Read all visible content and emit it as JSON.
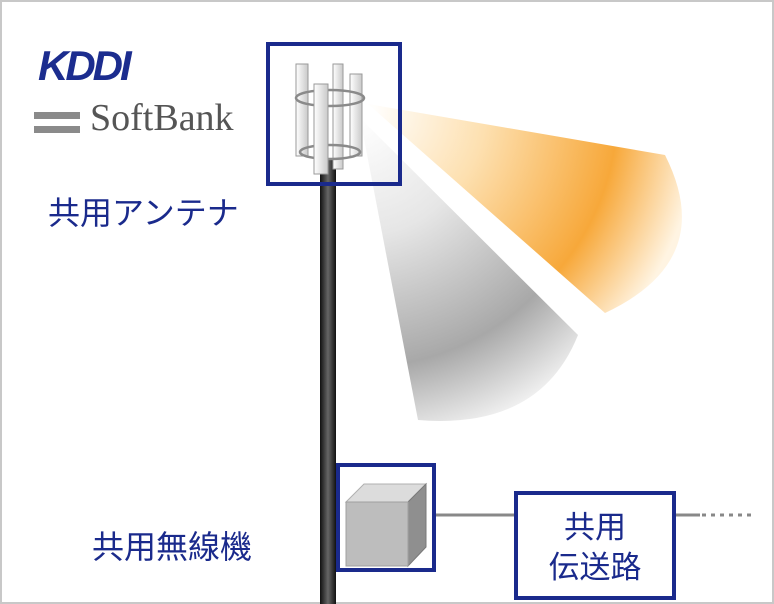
{
  "logos": {
    "kddi": "KDDI",
    "softbank": "SoftBank"
  },
  "labels": {
    "shared_antenna": "共用アンテナ",
    "shared_radio": "共用無線機",
    "shared_path_line1": "共用",
    "shared_path_line2": "伝送路"
  },
  "colors": {
    "frame": "#1a2a8c",
    "orange_beam": "#f5a030",
    "gray_beam": "#a8a8a8",
    "pole": "#2a2a2a",
    "kddi_blue": "#1c2d8f",
    "softbank_gray": "#8a8a8a"
  }
}
